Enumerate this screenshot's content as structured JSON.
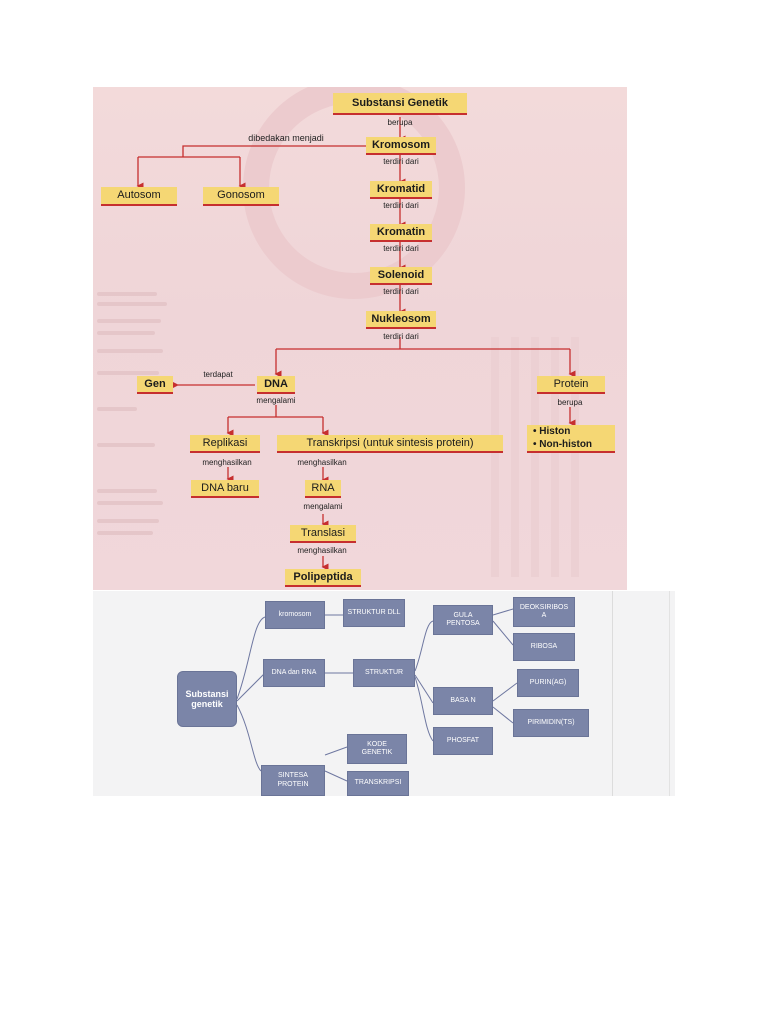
{
  "top_diagram": {
    "nodes": {
      "substansi": "Substansi Genetik",
      "kromosom": "Kromosom",
      "autosom": "Autosom",
      "gonosom": "Gonosom",
      "kromatid": "Kromatid",
      "kromatin": "Kromatin",
      "solenoid": "Solenoid",
      "nukleosom": "Nukleosom",
      "gen": "Gen",
      "dna": "DNA",
      "protein": "Protein",
      "protein_list": [
        "• Histon",
        "• Non-histon"
      ],
      "replikasi": "Replikasi",
      "transkripsi": "Transkripsi (untuk sintesis protein)",
      "dna_baru": "DNA baru",
      "rna": "RNA",
      "translasi": "Translasi",
      "polipeptida": "Polipeptida"
    },
    "relations": {
      "berupa_1": "berupa",
      "dibedakan": "dibedakan menjadi",
      "terdiri_1": "terdiri dari",
      "terdiri_2": "terdiri dari",
      "terdiri_3": "terdiri dari",
      "terdiri_4": "terdiri dari",
      "terdiri_5": "terdiri dari",
      "terdapat": "terdapat",
      "mengalami_1": "mengalami",
      "berupa_2": "berupa",
      "menghasilkan_1": "menghasilkan",
      "menghasilkan_2": "menghasilkan",
      "mengalami_2": "mengalami",
      "menghasilkan_3": "menghasilkan"
    }
  },
  "bottom_diagram": {
    "root": "Substansi genetik",
    "kromosom": "kromosom",
    "struktur_dll": "STRUKTUR DLL",
    "dna_rna": "DNA dan RNA",
    "struktur": "STRUKTUR",
    "gula_pentosa": "GULA PENTOSA",
    "deoksiribosa": "DEOKSIRIBOS A",
    "ribosa": "RIBOSA",
    "basa_n": "BASA  N",
    "purin": "PURIN(AG)",
    "pirimidin": "PIRIMIDIN(TS)",
    "phosfat": "PHOSFAT",
    "sintesa_protein": "SINTESA PROTEIN",
    "kode_genetik": "KODE GENETIK",
    "transkripsi": "TRANSKRIPSI"
  },
  "colors": {
    "node_fill": "#f5d774",
    "arrow": "#c62f2f",
    "panel_bg": "#f3dada",
    "blue_box": "#7b85a8",
    "connector": "#6e77a0"
  }
}
